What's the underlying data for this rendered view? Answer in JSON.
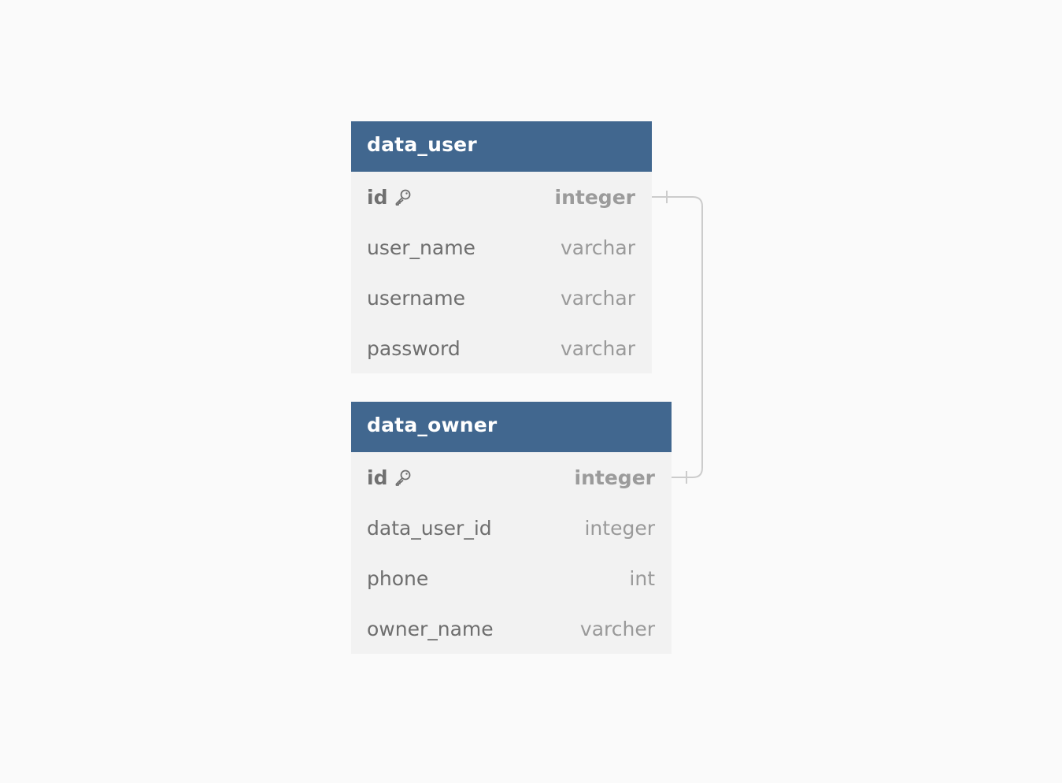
{
  "tables": [
    {
      "name": "data_user",
      "columns": [
        {
          "name": "id",
          "type": "integer",
          "primary_key": true
        },
        {
          "name": "user_name",
          "type": "varchar",
          "primary_key": false
        },
        {
          "name": "username",
          "type": "varchar",
          "primary_key": false
        },
        {
          "name": "password",
          "type": "varchar",
          "primary_key": false
        }
      ]
    },
    {
      "name": "data_owner",
      "columns": [
        {
          "name": "id",
          "type": "integer",
          "primary_key": true
        },
        {
          "name": "data_user_id",
          "type": "integer",
          "primary_key": false
        },
        {
          "name": "phone",
          "type": "int",
          "primary_key": false
        },
        {
          "name": "owner_name",
          "type": "varcher",
          "primary_key": false
        }
      ]
    }
  ],
  "relationships": [
    {
      "from": "data_user.id",
      "to": "data_owner.id",
      "type": "one-to-one"
    }
  ],
  "colors": {
    "header": "#41678f",
    "body": "#f2f2f2",
    "background": "#fafafa",
    "connector": "#cccccc"
  },
  "icons": {
    "primary_key": "key-icon"
  }
}
